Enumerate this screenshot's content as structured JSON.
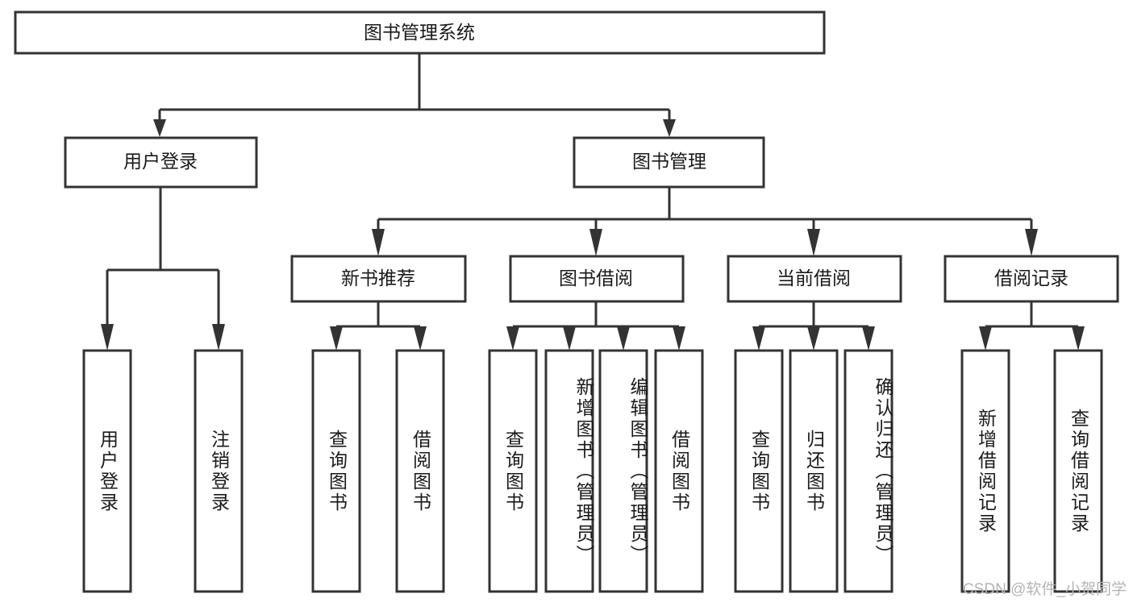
{
  "diagram": {
    "title": "图书管理系统",
    "type": "tree",
    "watermark": "CSDN @软件_小贺同学",
    "colors": {
      "box_fill": "#ffffff",
      "box_stroke": "#333333",
      "text": "#1a1a1a",
      "watermark": "#b4b4b4",
      "background": "#ffffff"
    },
    "levels": {
      "root": "图书管理系统",
      "level2": [
        "用户登录",
        "图书管理"
      ],
      "level3": [
        "新书推荐",
        "图书借阅",
        "当前借阅",
        "借阅记录"
      ]
    },
    "nodes": {
      "root": {
        "label": "图书管理系统",
        "orientation": "horizontal"
      },
      "user_login": {
        "label": "用户登录",
        "orientation": "horizontal"
      },
      "book_manage": {
        "label": "图书管理",
        "orientation": "horizontal"
      },
      "new_book_rec": {
        "label": "新书推荐",
        "orientation": "horizontal"
      },
      "book_borrow": {
        "label": "图书借阅",
        "orientation": "horizontal"
      },
      "current_borrow": {
        "label": "当前借阅",
        "orientation": "horizontal"
      },
      "borrow_record": {
        "label": "借阅记录",
        "orientation": "horizontal"
      },
      "leaf_1": {
        "label": "用户登录",
        "orientation": "vertical"
      },
      "leaf_2": {
        "label": "注销登录",
        "orientation": "vertical"
      },
      "leaf_3": {
        "label": "查询图书",
        "orientation": "vertical"
      },
      "leaf_4": {
        "label": "借阅图书",
        "orientation": "vertical"
      },
      "leaf_5": {
        "label": "查询图书",
        "orientation": "vertical"
      },
      "leaf_6": {
        "label": "新增图书（管理员）",
        "orientation": "vertical"
      },
      "leaf_7": {
        "label": "编辑图书（管理员）",
        "orientation": "vertical"
      },
      "leaf_8": {
        "label": "借阅图书",
        "orientation": "vertical"
      },
      "leaf_9": {
        "label": "查询图书",
        "orientation": "vertical"
      },
      "leaf_10": {
        "label": "归还图书",
        "orientation": "vertical"
      },
      "leaf_11": {
        "label": "确认归还（管理员）",
        "orientation": "vertical"
      },
      "leaf_12": {
        "label": "新增借阅记录",
        "orientation": "vertical"
      },
      "leaf_13": {
        "label": "查询借阅记录",
        "orientation": "vertical"
      }
    },
    "edges": [
      {
        "from": "root",
        "to": "user_login"
      },
      {
        "from": "root",
        "to": "book_manage"
      },
      {
        "from": "book_manage",
        "to": "new_book_rec"
      },
      {
        "from": "book_manage",
        "to": "book_borrow"
      },
      {
        "from": "book_manage",
        "to": "current_borrow"
      },
      {
        "from": "book_manage",
        "to": "borrow_record"
      },
      {
        "from": "user_login",
        "to": "leaf_1"
      },
      {
        "from": "user_login",
        "to": "leaf_2"
      },
      {
        "from": "new_book_rec",
        "to": "leaf_3"
      },
      {
        "from": "new_book_rec",
        "to": "leaf_4"
      },
      {
        "from": "book_borrow",
        "to": "leaf_5"
      },
      {
        "from": "book_borrow",
        "to": "leaf_6"
      },
      {
        "from": "book_borrow",
        "to": "leaf_7"
      },
      {
        "from": "book_borrow",
        "to": "leaf_8"
      },
      {
        "from": "current_borrow",
        "to": "leaf_9"
      },
      {
        "from": "current_borrow",
        "to": "leaf_10"
      },
      {
        "from": "current_borrow",
        "to": "leaf_11"
      },
      {
        "from": "borrow_record",
        "to": "leaf_12"
      },
      {
        "from": "borrow_record",
        "to": "leaf_13"
      }
    ]
  }
}
